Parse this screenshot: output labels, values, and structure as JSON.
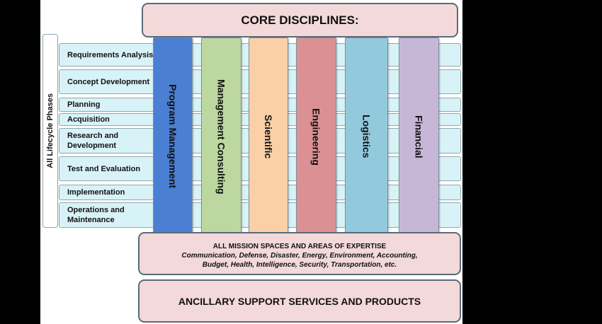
{
  "core_title": "CORE DISCIPLINES:",
  "lifecycle_label": "All Lifecycle Phases",
  "phases": [
    "Requirements Analysis",
    "Concept Development",
    "Planning",
    "Acquisition",
    "Research and Development",
    "Test and Evaluation",
    "Implementation",
    "Operations and Maintenance"
  ],
  "disciplines": [
    {
      "label": "Program Management",
      "color": "#4a7fd3"
    },
    {
      "label": "Management Consulting",
      "color": "#bcd7a0"
    },
    {
      "label": "Scientific",
      "color": "#fbd0a6"
    },
    {
      "label": "Engineering",
      "color": "#db9194"
    },
    {
      "label": "Logistics",
      "color": "#93c9dc"
    },
    {
      "label": "Financial",
      "color": "#c7b7d7"
    }
  ],
  "mission": {
    "title": "ALL MISSION SPACES AND AREAS OF EXPERTISE",
    "line1": "Communication, Defense, Disaster, Energy, Environment, Accounting,",
    "line2": "Budget, Health, Intelligence, Security, Transportation, etc."
  },
  "ancillary": "ANCILLARY SUPPORT SERVICES AND PRODUCTS",
  "colors": {
    "phase_row": "#d8f3f7",
    "header_fill": "#f3d9d9",
    "border": "#5a6a7a"
  }
}
